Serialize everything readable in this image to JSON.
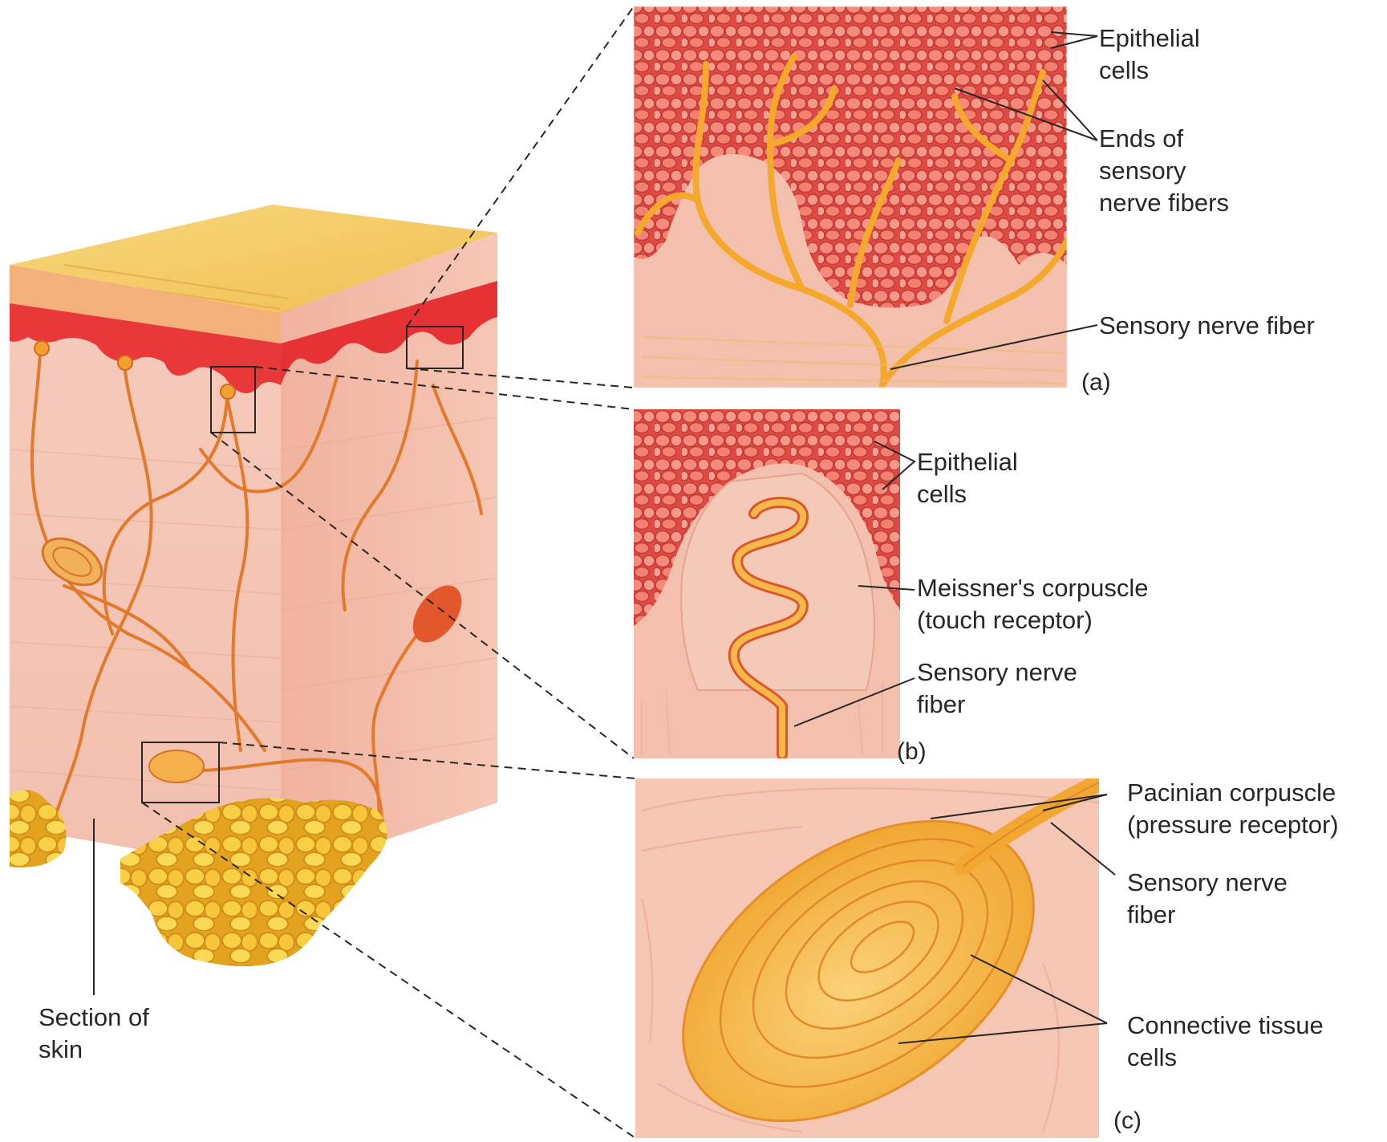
{
  "palette": {
    "skin_surface": "#f2c75d",
    "epidermis_red": "#e8453a",
    "dermis_pink": "#f4c2b2",
    "nerve_orange": "#f0a326",
    "fat_yellow": "#f5c43c",
    "corpuscle_orange": "#f3b13d",
    "leader_line": "#2a2624"
  },
  "skin_block": {
    "label_line1": "Section of",
    "label_line2": "skin"
  },
  "panel_a": {
    "letter": "(a)",
    "epithelial_line1": "Epithelial",
    "epithelial_line2": "cells",
    "ends_line1": "Ends of",
    "ends_line2": "sensory",
    "ends_line3": "nerve fibers",
    "nerve_fiber": "Sensory nerve fiber"
  },
  "panel_b": {
    "letter": "(b)",
    "epithelial_line1": "Epithelial",
    "epithelial_line2": "cells",
    "meissner_line1": "Meissner's corpuscle",
    "meissner_line2": "(touch receptor)",
    "nerve_line1": "Sensory nerve",
    "nerve_line2": "fiber"
  },
  "panel_c": {
    "letter": "(c)",
    "pacinian_line1": "Pacinian corpuscle",
    "pacinian_line2": "(pressure receptor)",
    "nerve_line1": "Sensory nerve",
    "nerve_line2": "fiber",
    "connective_line1": "Connective tissue",
    "connective_line2": "cells"
  }
}
